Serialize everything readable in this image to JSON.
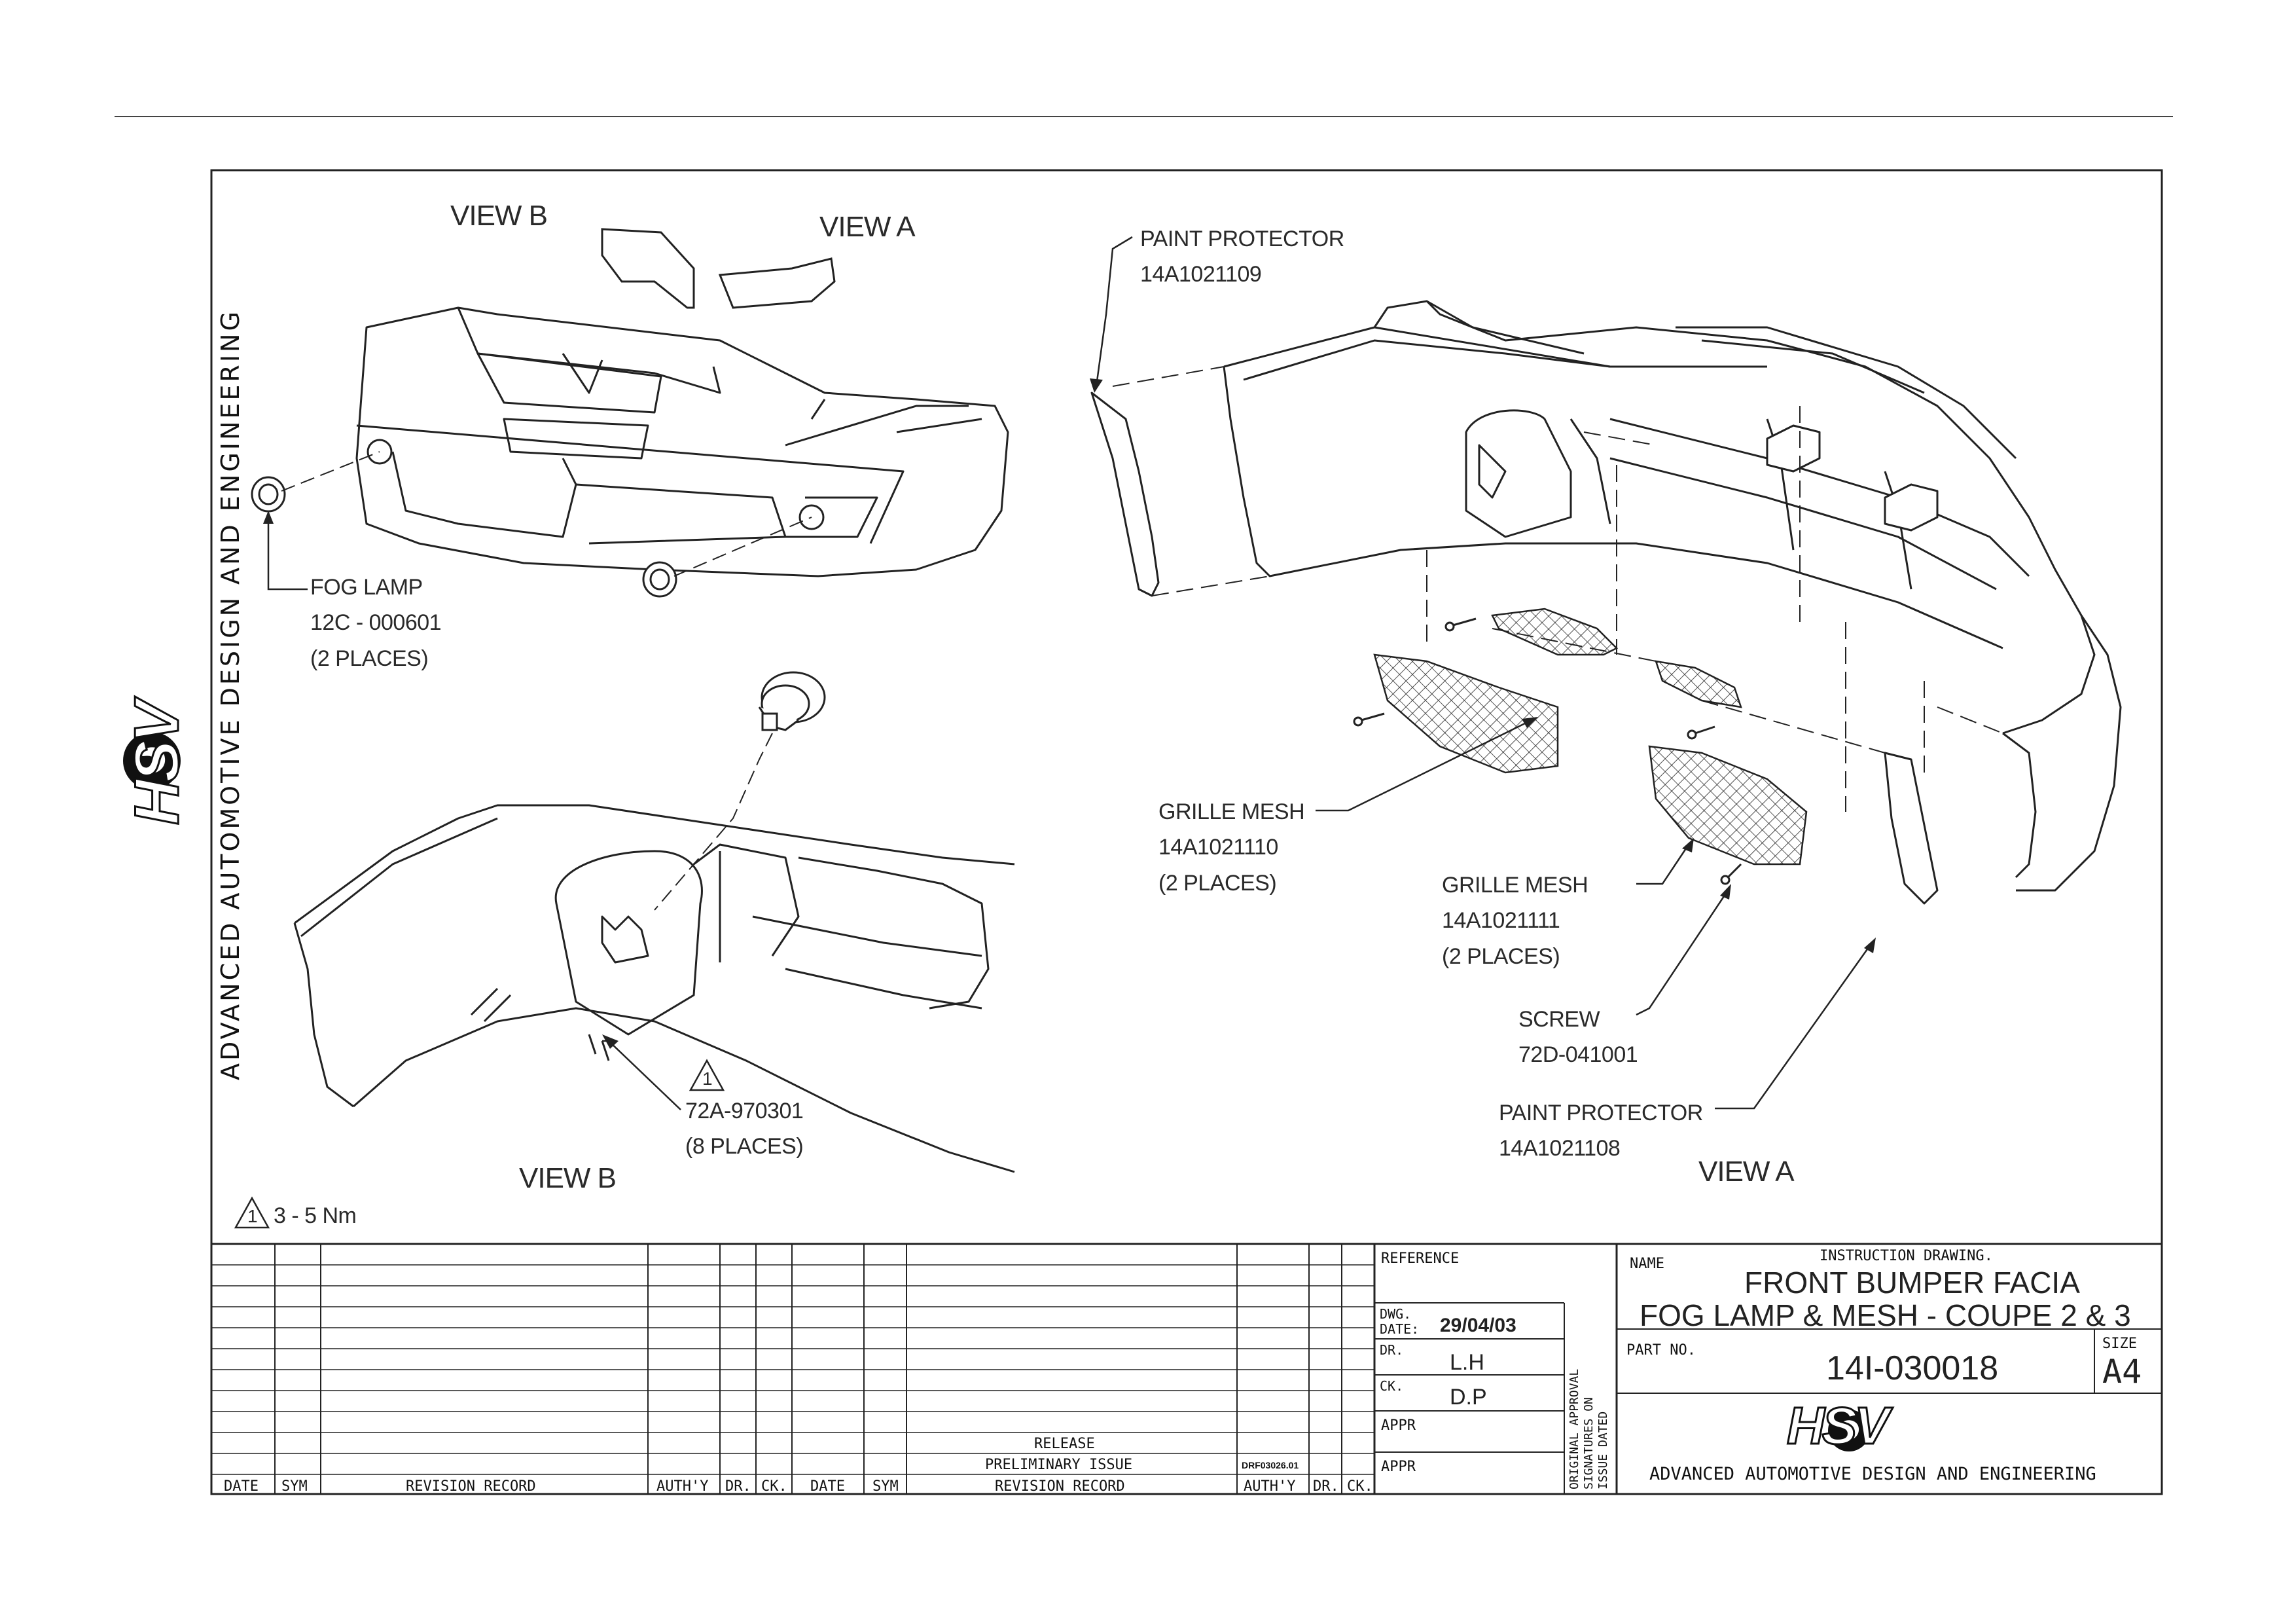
{
  "views": {
    "b_top": "VIEW B",
    "a_top": "VIEW A",
    "b_bottom": "VIEW B",
    "a_bottom": "VIEW A"
  },
  "callouts": {
    "paint_protector_top": {
      "name": "PAINT PROTECTOR",
      "part": "14A1021109"
    },
    "fog_lamp": {
      "name": "FOG LAMP",
      "part": "12C - 000601",
      "qty": "(2 PLACES)"
    },
    "grille_mesh_1": {
      "name": "GRILLE MESH",
      "part": "14A1021110",
      "qty": "(2 PLACES)"
    },
    "grille_mesh_2": {
      "name": "GRILLE MESH",
      "part": "14A1021111",
      "qty": "(2 PLACES)"
    },
    "screw": {
      "name": "SCREW",
      "part": "72D-041001"
    },
    "paint_protector_bottom": {
      "name": "PAINT PROTECTOR",
      "part": "14A1021108"
    },
    "fastener": {
      "marker": "1",
      "part": "72A-970301",
      "qty": "(8 PLACES)"
    }
  },
  "torque_note": {
    "marker": "1",
    "text": "3 - 5 Nm"
  },
  "side_text": "ADVANCED AUTOMOTIVE DESIGN AND ENGINEERING",
  "logo_text": "HSV",
  "revision_table": {
    "headers_left": [
      "DATE",
      "SYM",
      "REVISION RECORD",
      "AUTH'Y",
      "DR.",
      "CK."
    ],
    "headers_right": [
      "DATE",
      "SYM",
      "REVISION RECORD",
      "AUTH'Y",
      "DR.",
      "CK."
    ],
    "entries": [
      {
        "text": "RELEASE",
        "code": ""
      },
      {
        "text": "PRELIMINARY ISSUE",
        "code": "DRF03026.01"
      }
    ]
  },
  "approval": {
    "reference_label": "REFERENCE",
    "dwg_date_label_1": "DWG.",
    "dwg_date_label_2": "DATE:",
    "dwg_date": "29/04/03",
    "dr_label": "DR.",
    "dr_value": "L.H",
    "ck_label": "CK.",
    "ck_value": "D.P",
    "appr_label_1": "APPR",
    "appr_label_2": "APPR",
    "vertical_text": [
      "ORIGINAL APPROVAL",
      "SIGNATURES ON",
      "ISSUE DATED"
    ]
  },
  "title_block": {
    "name_label": "NAME",
    "subtitle": "INSTRUCTION DRAWING.",
    "title_1": "FRONT BUMPER FACIA",
    "title_2": "FOG LAMP & MESH - COUPE 2 & 3",
    "part_no_label": "PART NO.",
    "part_no": "14I-030018",
    "size_label": "SIZE",
    "size": "A4",
    "company": "ADVANCED AUTOMOTIVE DESIGN AND ENGINEERING"
  }
}
